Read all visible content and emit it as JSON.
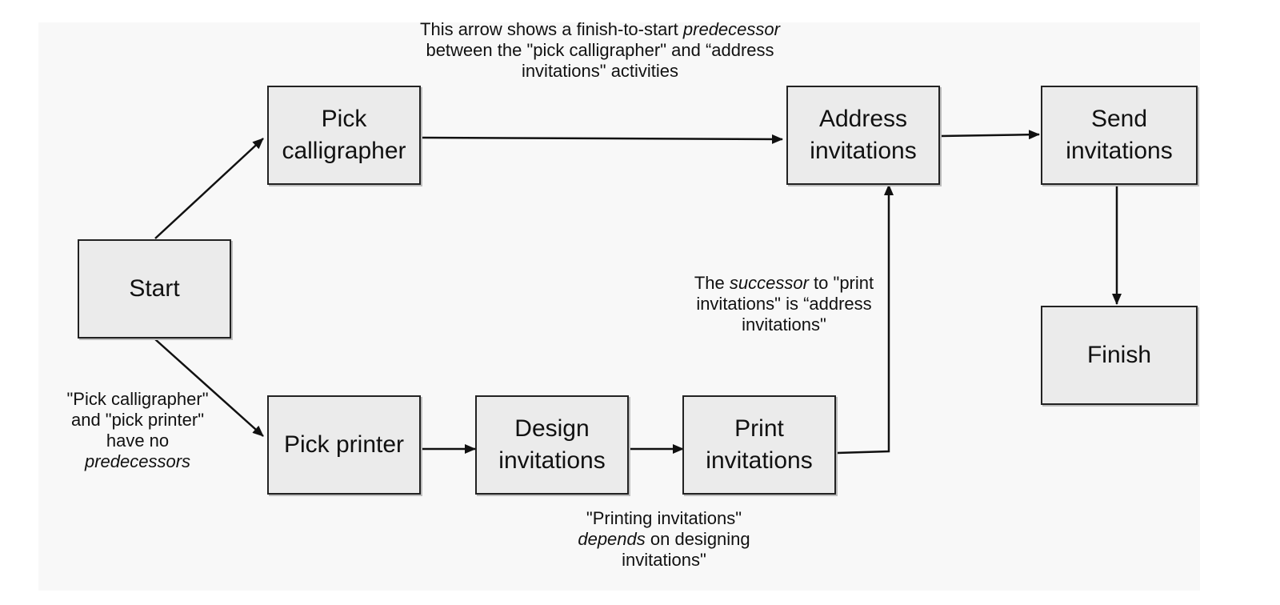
{
  "colors": {
    "node_fill": "#ebebeb",
    "node_border": "#222222",
    "arrow": "#111111",
    "canvas": "#f8f8f8"
  },
  "nodes": {
    "start": "Start",
    "pick_calligrapher": "Pick\ncalligrapher",
    "pick_printer": "Pick printer",
    "design_invitations": "Design\ninvitations",
    "print_invitations": "Print\ninvitations",
    "address_invitations": "Address\ninvitations",
    "send_invitations": "Send\ninvitations",
    "finish": "Finish"
  },
  "edges": [
    {
      "from": "start",
      "to": "pick_calligrapher"
    },
    {
      "from": "start",
      "to": "pick_printer"
    },
    {
      "from": "pick_calligrapher",
      "to": "address_invitations"
    },
    {
      "from": "pick_printer",
      "to": "design_invitations"
    },
    {
      "from": "design_invitations",
      "to": "print_invitations"
    },
    {
      "from": "print_invitations",
      "to": "address_invitations"
    },
    {
      "from": "address_invitations",
      "to": "send_invitations"
    },
    {
      "from": "send_invitations",
      "to": "finish"
    }
  ],
  "annotations": {
    "top": {
      "line1_pre": "This arrow shows a finish-to-start ",
      "line1_em": "predecessor",
      "line2": "between the \"pick calligrapher\" and “address",
      "line3": "invitations\" activities"
    },
    "left": {
      "line1": "\"Pick calligrapher\"",
      "line2": "and \"pick printer\"",
      "line3": "have no",
      "line4_em": "predecessors"
    },
    "right": {
      "line1_pre": "The ",
      "line1_em": "successor",
      "line1_post": " to \"print",
      "line2": "invitations\" is “address",
      "line3": "invitations\""
    },
    "bottom": {
      "line1": "\"Printing invitations\"",
      "line2_em": "depends",
      "line2_post": " on designing",
      "line3": "invitations\""
    }
  }
}
